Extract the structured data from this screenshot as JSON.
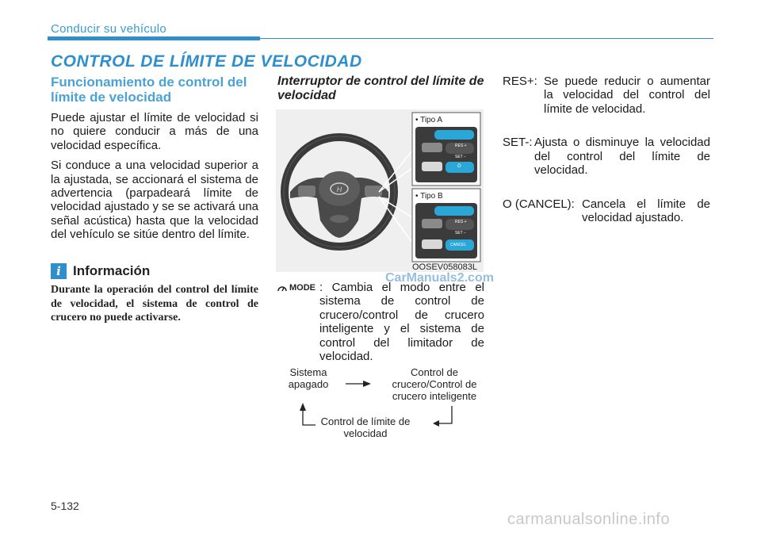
{
  "header": {
    "chapter": "Conducir su vehículo",
    "title": "CONTROL DE LÍMITE DE VELOCIDAD"
  },
  "left": {
    "heading": "Funcionamiento de control del límite de velocidad",
    "p1": "Puede ajustar el límite de velocidad si no quiere conducir a más de una velocidad específica.",
    "p2": "Si conduce a una velocidad superior a la ajustada, se accionará el sistema de advertencia (parpadeará límite de velocidad ajustado y se se activará una señal acústica) hasta que la velocidad del vehículo se sitúe dentro del límite.",
    "info_title": "Información",
    "info_text": "Durante la operación del control del límite de velocidad, el sistema de control de crucero no puede activarse."
  },
  "middle": {
    "heading": "Interruptor de control del límite de velocidad",
    "figure": {
      "tipo_a": "• Tipo A",
      "tipo_b": "• Tipo B",
      "code": "OOSEV058083L",
      "watermark": "CarManuals2.com",
      "btn_res": "RES +",
      "btn_set": "SET −",
      "btn_cancel": "CANCEL",
      "btn_o": "O"
    },
    "mode_label": "MODE",
    "mode_desc": ": Cambia el modo entre el sistema de control de crucero/control de crucero inteligente y el sistema de control del limitador de velocidad.",
    "flow": {
      "off": "Sistema apagado",
      "cruise": "Control de crucero/Control de crucero inteligente",
      "limit": "Control de límite de velocidad"
    }
  },
  "right": {
    "res_term": "RES+:",
    "res_desc": "Se puede reducir o aumentar la velocidad del control del límite de velocidad.",
    "set_term": "SET-:",
    "set_desc": "Ajusta o disminuye la velocidad del control del límite de velocidad.",
    "cancel_term": "O (CANCEL):",
    "cancel_desc": "Cancela el límite de velocidad ajustado."
  },
  "footer": {
    "page": "5-132",
    "brand": "carmanualsonline.info"
  },
  "colors": {
    "accent": "#2e8fcc",
    "heading_light": "#4aa3d4",
    "button_blue": "#2aa7d6"
  }
}
